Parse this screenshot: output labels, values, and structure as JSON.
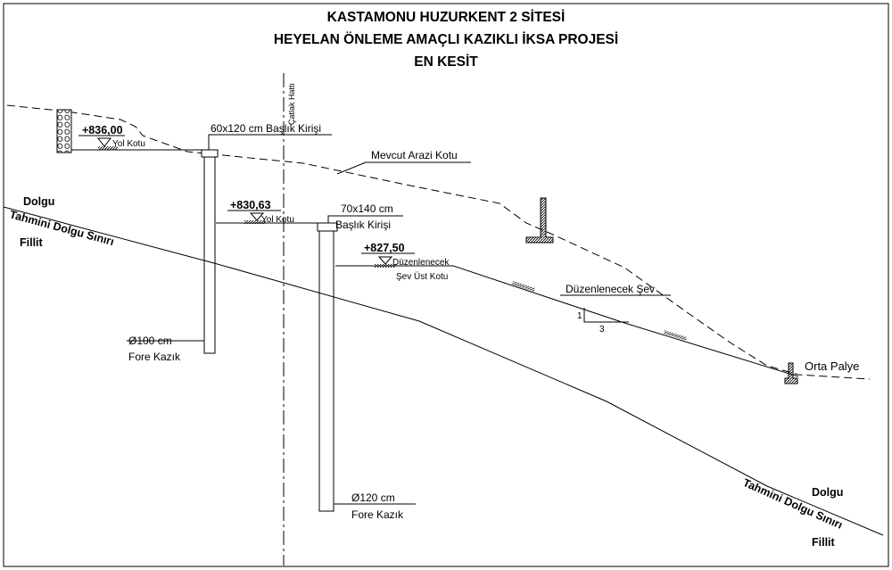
{
  "title": {
    "line1": "KASTAMONU HUZURKENT 2 SİTESİ",
    "line2": "HEYELAN ÖNLEME AMAÇLI KAZIKLI İKSA PROJESİ",
    "line3": "EN KESİT"
  },
  "labels": {
    "catlak_hatti": "Çatlak Hattı",
    "elev_836": "+836,00",
    "yol_kotu_1": "Yol Kotu",
    "elev_830": "+830,63",
    "yol_kotu_2": "Yol Kotu",
    "elev_827": "+827,50",
    "duzenlenecek": "Düzenlenecek",
    "sev_ust_kotu": "Şev Üst Kotu",
    "cap_beam_1": "60x120 cm Başlık Kirişi",
    "cap_beam_2_a": "70x140 cm",
    "cap_beam_2_b": "Başlık Kirişi",
    "mevcut_arazi": "Mevcut Arazi Kotu",
    "duzenlenecek_sev": "Düzenlenecek Şev",
    "slope_v": "1",
    "slope_h": "3",
    "orta_palye": "Orta Palye",
    "pile1_dia": "Ø100 cm",
    "pile1_type": "Fore Kazık",
    "pile2_dia": "Ø120 cm",
    "pile2_type": "Fore Kazık",
    "dolgu_left": "Dolgu",
    "tahmini_left": "Tahmini Dolgu Sınırı",
    "fillit_left": "Fillit",
    "dolgu_right": "Dolgu",
    "tahmini_right": "Tahmini Dolgu Sınırı",
    "fillit_right": "Fillit"
  }
}
